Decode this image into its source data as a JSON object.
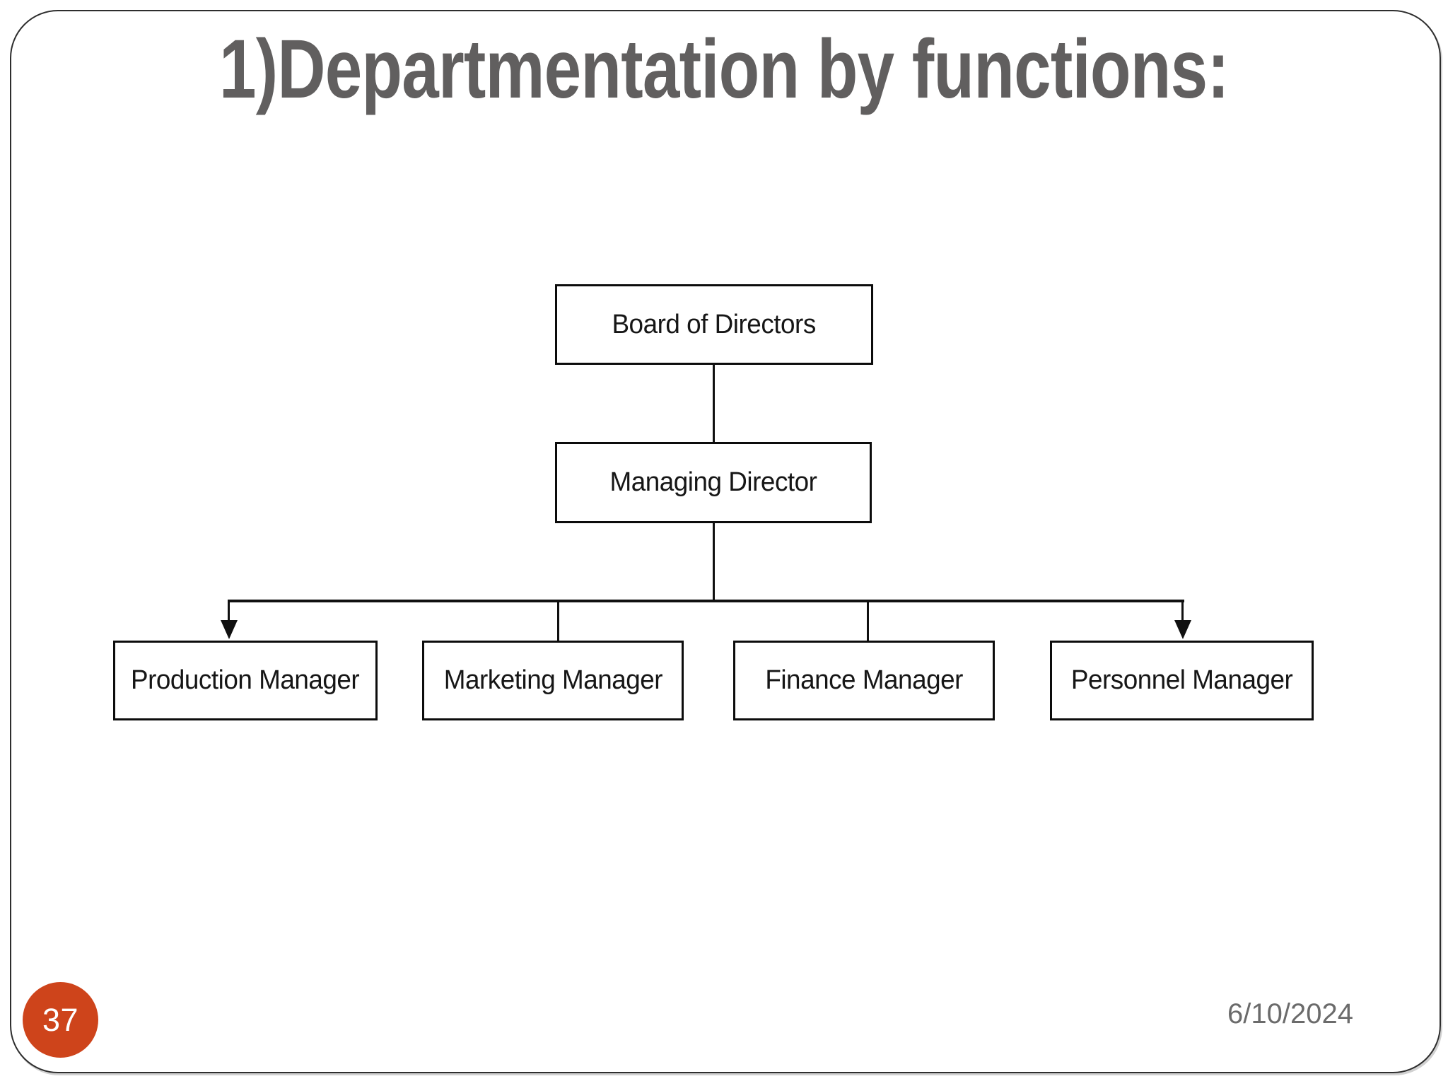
{
  "slide": {
    "title": "1)Departmentation by functions:",
    "page_number": "37",
    "date": "6/10/2024"
  },
  "colors": {
    "title_gray": "#615f5f",
    "date_gray": "#6b6b6b",
    "badge_orange": "#ce441b",
    "line_black": "#101010",
    "node_border": "#0c0c0c",
    "background": "#ffffff"
  },
  "org_chart": {
    "type": "org-hierarchy",
    "root": {
      "label": "Board of Directors"
    },
    "level_2": {
      "label": "Managing Director",
      "reports_to": "Board of Directors"
    },
    "level_3": [
      {
        "label": "Production Manager",
        "reports_to": "Managing Director"
      },
      {
        "label": "Marketing Manager",
        "reports_to": "Managing Director"
      },
      {
        "label": "Finance Manager",
        "reports_to": "Managing Director"
      },
      {
        "label": "Personnel Manager",
        "reports_to": "Managing Director"
      }
    ]
  }
}
